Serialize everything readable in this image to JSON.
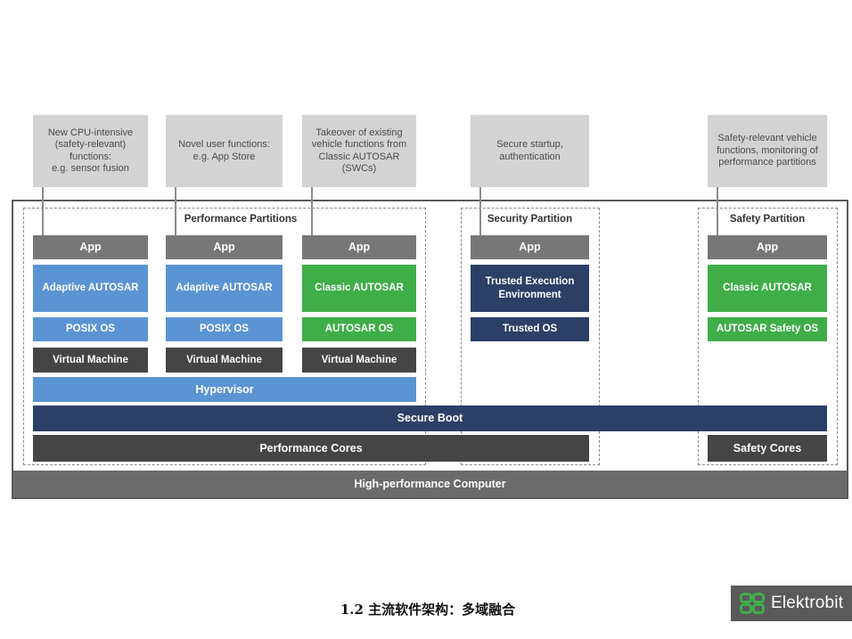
{
  "notes": [
    {
      "text": "New CPU-intensive\n(safety-relevant)\nfunctions:\ne.g. sensor fusion"
    },
    {
      "text": "Novel user functions:\ne.g. App Store"
    },
    {
      "text": "Takeover of existing\nvehicle functions from\nClassic AUTOSAR\n(SWCs)"
    },
    {
      "text": "Secure startup,\nauthentication"
    },
    {
      "text": "Safety-relevant vehicle\nfunctions, monitoring of\nperformance partitions"
    }
  ],
  "partitions": {
    "performance": "Performance Partitions",
    "security": "Security Partition",
    "safety": "Safety Partition"
  },
  "columns": [
    {
      "app": "App",
      "middleware": "Adaptive AUTOSAR",
      "os": "POSIX OS",
      "vm": "Virtual Machine"
    },
    {
      "app": "App",
      "middleware": "Adaptive AUTOSAR",
      "os": "POSIX OS",
      "vm": "Virtual Machine"
    },
    {
      "app": "App",
      "middleware": "Classic AUTOSAR",
      "os": "AUTOSAR OS",
      "vm": "Virtual Machine"
    },
    {
      "app": "App",
      "middleware": "Trusted Execution Environment",
      "os": "Trusted OS"
    },
    {
      "app": "App",
      "middleware": "Classic AUTOSAR",
      "os": "AUTOSAR Safety OS"
    }
  ],
  "layers": {
    "hypervisor": "Hypervisor",
    "secure_boot": "Secure Boot",
    "performance_cores": "Performance Cores",
    "safety_cores": "Safety Cores",
    "computer": "High-performance Computer"
  },
  "caption": "1.2 主流软件架构：多域融合",
  "logo": {
    "text": "Elektrobit",
    "icon": "eb-logo-icon"
  },
  "colors": {
    "note": "#d3d3d3",
    "app": "#777777",
    "adaptive": "#5b94d2",
    "classic": "#3fae49",
    "trusted": "#2c3f67",
    "dark": "#454545",
    "computer": "#6b6b6b"
  }
}
